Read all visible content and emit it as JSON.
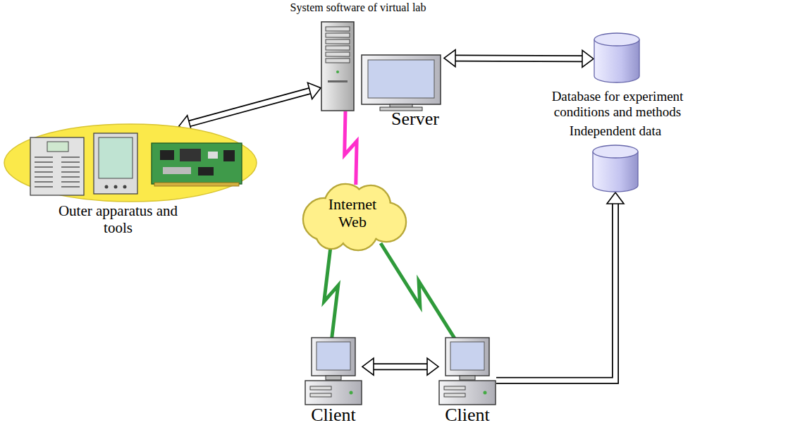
{
  "diagram": {
    "nodes": [
      {
        "text": [
          "System software of virtual lab",
          "Server"
        ]
      },
      {
        "text": [
          "Database for experiment conditions and methods"
        ]
      },
      {
        "text": [
          "Outer apparatus and tools"
        ]
      },
      {
        "text": [
          "Internet Web"
        ]
      },
      {
        "text": [
          "Client"
        ]
      },
      {
        "text": [
          "Client"
        ]
      },
      {
        "text": [
          "Independent data"
        ]
      }
    ],
    "edges": [
      {
        "from": 0,
        "to": 1,
        "arrow": "both"
      },
      {
        "from": 2,
        "to": 0,
        "arrow": "both"
      },
      {
        "from": 0,
        "to": 3,
        "arrow": "none"
      },
      {
        "from": 3,
        "to": 4,
        "arrow": "none"
      },
      {
        "from": 3,
        "to": 5,
        "arrow": "none"
      },
      {
        "from": 4,
        "to": 5,
        "arrow": "both"
      },
      {
        "from": 5,
        "to": 6,
        "arrow": "to"
      }
    ]
  }
}
